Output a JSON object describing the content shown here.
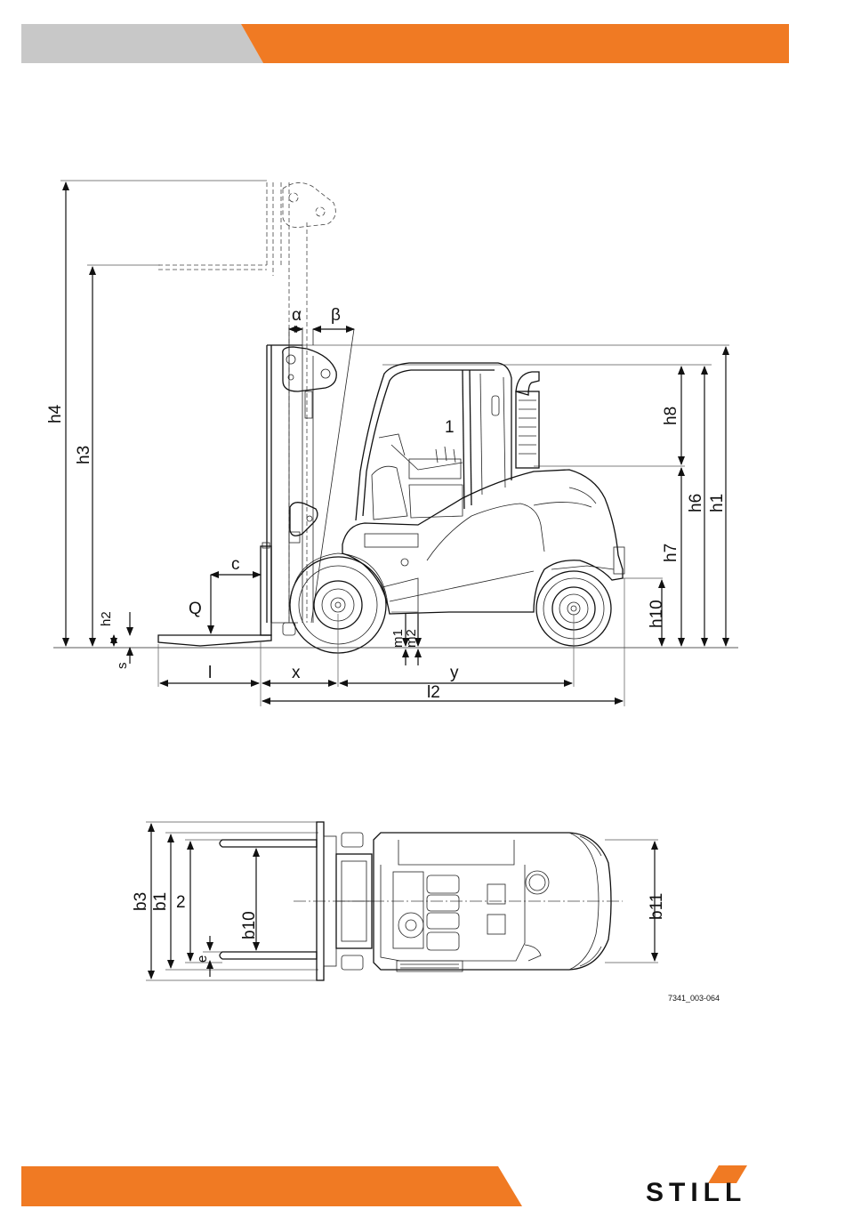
{
  "colors": {
    "orange": "#f07a23",
    "grey": "#c8c8c8",
    "ink": "#111111"
  },
  "side_view": {
    "dimension_labels": {
      "h4": "h4",
      "h3": "h3",
      "h2": "h2",
      "s": "s",
      "Q": "Q",
      "c": "c",
      "alpha": "α",
      "beta": "β",
      "one": "1",
      "h8": "h8",
      "h6": "h6",
      "h1": "h1",
      "h7": "h7",
      "h10": "h10",
      "m1": "m1",
      "m2": "m2",
      "l": "l",
      "x": "x",
      "y": "y",
      "l2": "l2"
    }
  },
  "top_view": {
    "dimension_labels": {
      "b3": "b3",
      "b1": "b1",
      "two": "2",
      "b10": "b10",
      "e": "e",
      "b11": "b11"
    }
  },
  "figure_ref": "7341_003-064",
  "brand": {
    "logo_text": "STILL"
  }
}
